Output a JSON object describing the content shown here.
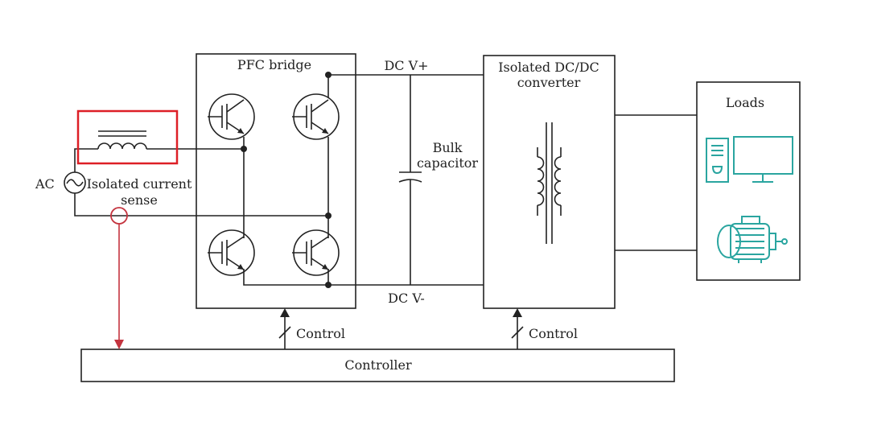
{
  "diagram": {
    "labels": {
      "pfc_bridge": "PFC bridge",
      "dc_v_plus": "DC V+",
      "dc_v_minus": "DC V-",
      "isolated_dcdc_line1": "Isolated DC/DC",
      "isolated_dcdc_line2": "converter",
      "loads": "Loads",
      "bulk_line1": "Bulk",
      "bulk_line2": "capacitor",
      "ac": "AC",
      "isolated_current_line1": "Isolated current",
      "isolated_current_line2": "sense",
      "control_left": "Control",
      "control_right": "Control",
      "controller": "Controller"
    },
    "colors": {
      "line": "#222222",
      "highlight": "#dd1f26",
      "sense_arrow": "#c4343f",
      "load_icons": "#2aa5a0"
    },
    "icons": {
      "current_sensor": "inductor-icon",
      "ac_source": "ac-source-icon",
      "transistor": "igbt-icon",
      "capacitor": "capacitor-icon",
      "transformer": "transformer-icon",
      "computer": "computer-icon",
      "motor": "motor-icon"
    }
  }
}
